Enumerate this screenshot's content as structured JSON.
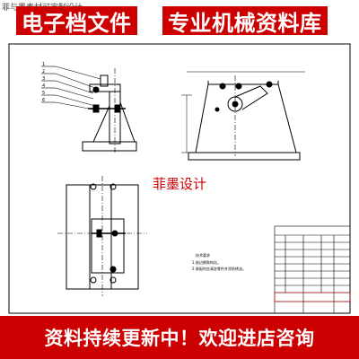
{
  "top_watermark": "菲与墨素材可定制设计",
  "banner": {
    "left_title": "电子档文件",
    "right_title": "专业机械资料库"
  },
  "drawing": {
    "center_watermark": "菲墨设计",
    "leader_numbers": [
      "1",
      "2",
      "3",
      "4",
      "5",
      "6"
    ],
    "tech_requirements_title": "技术要求",
    "tech_requirements": [
      "1.锐边倒角钝化。",
      "2.装配时应清洗零件并涂防锈油。"
    ],
    "accent_color": "#cc0000",
    "line_color": "#000000"
  },
  "bottom_banner": {
    "text": "资料持续更新中！欢迎进店咨询",
    "background": "#cc0000"
  }
}
